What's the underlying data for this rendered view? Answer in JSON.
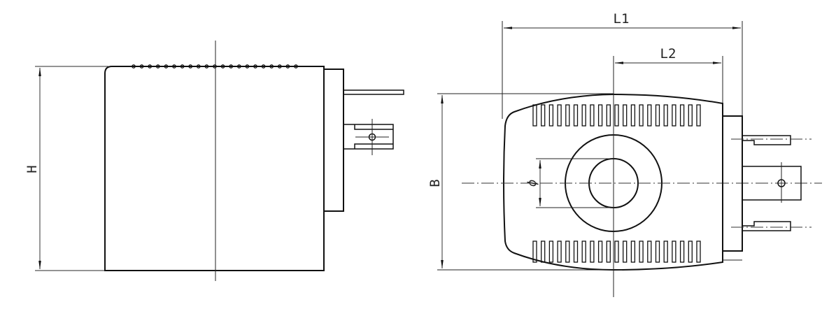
{
  "drawing": {
    "side_view": {
      "height_label": "H"
    },
    "front_view": {
      "length_total_label": "L1",
      "length_center_label": "L2",
      "width_label": "B",
      "bore_diameter_label": "ϕ"
    },
    "line_color": "#111111"
  }
}
